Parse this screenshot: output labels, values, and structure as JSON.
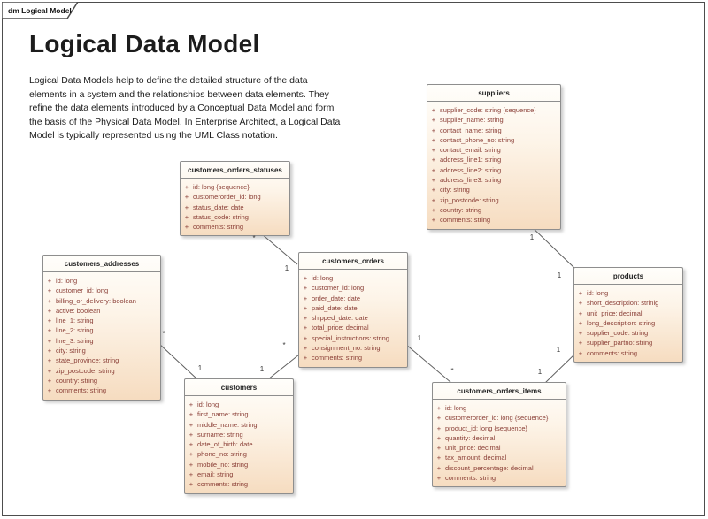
{
  "frame": {
    "tab_label": "dm Logical Model"
  },
  "header": {
    "title": "Logical Data Model",
    "description": "Logical Data Models help to define the detailed structure of the data elements in a system and the relationships between data elements. They refine the data elements introduced by a Conceptual Data Model and form the basis of the Physical Data Model. In Enterprise Architect, a Logical Data Model is typically represented using the UML Class notation."
  },
  "meta": {
    "visibility_symbol": "+"
  },
  "colors": {
    "frame_border": "#4d4d4d",
    "entity_border": "#8e8e8e",
    "entity_fill_top": "#fffefb",
    "entity_fill_bottom": "#f6dcc0",
    "entity_title_text": "#232323",
    "attribute_text": "#8a3e36",
    "connector_line": "#5f5f5f",
    "text": "#1c1c1c"
  },
  "entities": [
    {
      "name": "suppliers",
      "attributes": [
        "supplier_code: string {sequence}",
        "supplier_name: string",
        "contact_name: string",
        "contact_phone_no: string",
        "contact_email: string",
        "address_line1: string",
        "address_line2: string",
        "address_line3: string",
        "city: string",
        "zip_postcode: string",
        "country: string",
        "comments: string"
      ]
    },
    {
      "name": "customers_orders_statuses",
      "attributes": [
        "id: long {sequence}",
        "customerorder_id: long",
        "status_date: date",
        "status_code: string",
        "comments: string"
      ]
    },
    {
      "name": "customers_addresses",
      "attributes": [
        "id: long",
        "customer_id: long",
        "billing_or_delivery: boolean",
        "active: boolean",
        "line_1: string",
        "line_2: string",
        "line_3: string",
        "city: string",
        "state_province: string",
        "zip_postcode: string",
        "country: string",
        "comments: string"
      ]
    },
    {
      "name": "customers_orders",
      "attributes": [
        "id: long",
        "customer_id: long",
        "order_date: date",
        "paid_date: date",
        "shipped_date: date",
        "total_price: decimal",
        "special_instructions: string",
        "consignment_no: string",
        "comments: string"
      ]
    },
    {
      "name": "products",
      "attributes": [
        "id: long",
        "short_description: strinig",
        "unit_price: decimal",
        "long_description: string",
        "supplier_code: string",
        "supplier_partno: string",
        "comments: string"
      ]
    },
    {
      "name": "customers",
      "attributes": [
        "id: long",
        "first_name: string",
        "middle_name: string",
        "surname: string",
        "date_of_birth: date",
        "phone_no: string",
        "mobile_no: string",
        "email: string",
        "comments: string"
      ]
    },
    {
      "name": "customers_orders_items",
      "attributes": [
        "id: long",
        "customerorder_id: long {sequence}",
        "product_id: long {sequence}",
        "quantity: decimal",
        "unit_price: decimal",
        "tax_amount: decimal",
        "discount_percentage: decimal",
        "comments: string"
      ]
    }
  ],
  "connectors": [
    {
      "from": "customers_orders_statuses",
      "to": "customers_orders",
      "from_label": "*",
      "to_label": "1"
    },
    {
      "from": "customers_addresses",
      "to": "customers",
      "from_label": "*",
      "to_label": "1"
    },
    {
      "from": "customers",
      "to": "customers_orders",
      "from_label": "1",
      "to_label": "*"
    },
    {
      "from": "customers_orders",
      "to": "customers_orders_items",
      "from_label": "1",
      "to_label": "*"
    },
    {
      "from": "customers_orders_items",
      "to": "products",
      "from_label": "1",
      "to_label": "1"
    },
    {
      "from": "suppliers",
      "to": "products",
      "from_label": "1",
      "to_label": "1"
    }
  ]
}
